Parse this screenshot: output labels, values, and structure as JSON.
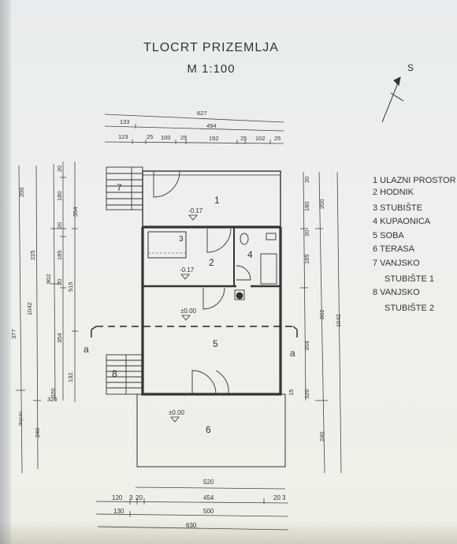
{
  "title": "TLOCRT PRIZEMLJA",
  "scale": "M 1:100",
  "north": "S",
  "legend": [
    "1 ULAZNI PROSTOR",
    "2 HODNIK",
    "3 STUBIŠTE",
    "4 KUPAONICA",
    "5 SOBA",
    "6 TERASA",
    "7 VANJSKO",
    "STUBIŠTE 1",
    "8 VANJSKO",
    "STUBIŠTE 2"
  ],
  "rooms": {
    "r1": "1",
    "r2": "2",
    "r3": "3",
    "r4": "4",
    "r5": "5",
    "r6": "6",
    "r7": "7",
    "r8": "8"
  },
  "levels": {
    "l1": "-0.17",
    "l2": "-0.17",
    "l3": "±0.00",
    "l4": "±0.00"
  },
  "section": {
    "left": "a",
    "right": "a"
  },
  "dims": {
    "top1": "627",
    "top2a": "133",
    "top2b": "494",
    "top3": [
      "123",
      "25",
      "100",
      "25",
      "192",
      "25",
      "102",
      "25"
    ],
    "left_outer": [
      "377",
      "1042",
      "240"
    ],
    "left_mid": [
      "225",
      "802",
      "320"
    ],
    "left_tall": [
      "200",
      "515",
      "132"
    ],
    "left_in": [
      "20",
      "180",
      "20",
      "185",
      "20",
      "354",
      "320"
    ],
    "left_note": "dnyum",
    "right_in": [
      "20",
      "180",
      "20",
      "185",
      "354",
      "15",
      "320"
    ],
    "right_mid": [
      "200",
      "602",
      "240"
    ],
    "right_out": [
      "1042"
    ],
    "bot1": "520",
    "bot2": [
      "120",
      "3",
      "20",
      "454",
      "20",
      "3"
    ],
    "bot3": [
      "130",
      "500"
    ],
    "bot4": "630"
  }
}
